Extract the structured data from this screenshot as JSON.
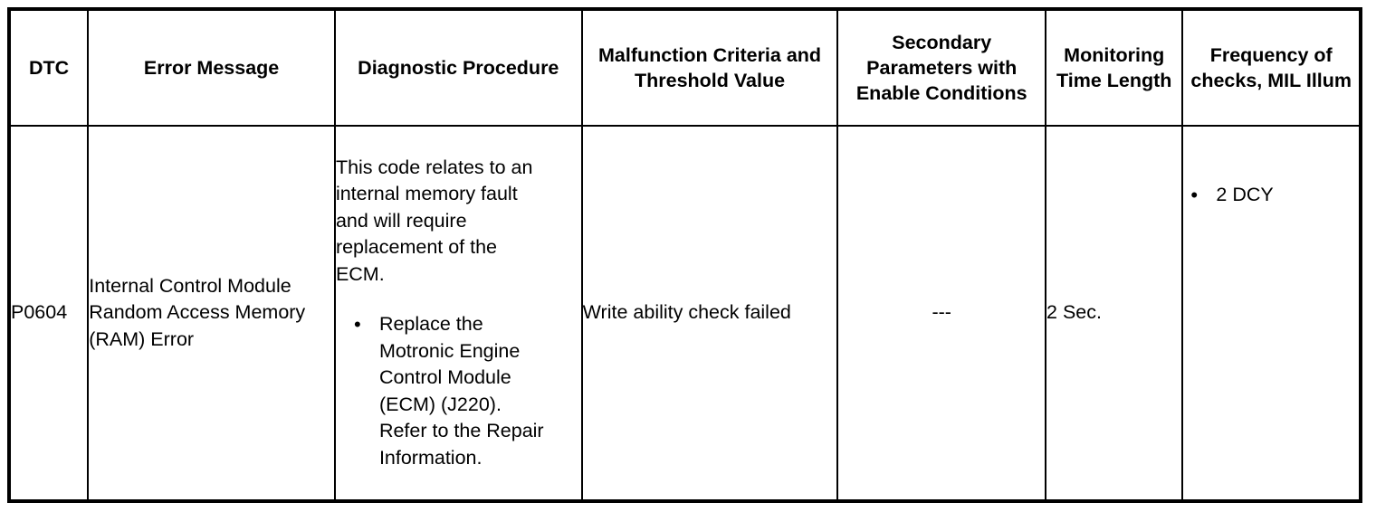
{
  "table": {
    "columns": [
      {
        "key": "dtc",
        "header": "DTC"
      },
      {
        "key": "error",
        "header": "Error Message"
      },
      {
        "key": "diag",
        "header": "Diagnostic\nProcedure"
      },
      {
        "key": "malf",
        "header": "Malfunction Criteria\nand Threshold Value"
      },
      {
        "key": "sec",
        "header": "Secondary\nParameters with\nEnable\nConditions"
      },
      {
        "key": "mon",
        "header": "Monitoring\nTime\nLength"
      },
      {
        "key": "freq",
        "header": "Frequency of\nchecks, MIL\nIllum"
      }
    ],
    "rows": [
      {
        "dtc": "P0604",
        "error": "Internal Control Module\nRandom Access\nMemory (RAM) Error",
        "diag_intro": "This code relates to an\ninternal memory fault\nand will require\nreplacement of the\nECM.",
        "diag_bullets": [
          "Replace the\nMotronic Engine\nControl Module\n(ECM) (J220).\nRefer to the Repair\nInformation."
        ],
        "malf": "Write ability check\nfailed",
        "sec": "---",
        "mon": "2 Sec.",
        "freq_bullets": [
          "2 DCY"
        ]
      }
    ]
  },
  "colors": {
    "border": "#000000",
    "text": "#000000",
    "background": "#ffffff"
  }
}
